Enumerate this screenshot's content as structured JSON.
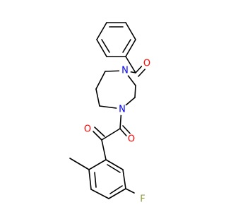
{
  "colors": {
    "bond": "#000000",
    "oxygen": "#ff0000",
    "nitrogen": "#0000ff",
    "fluorine": "#8fa040"
  },
  "atoms": {
    "o_top": "O",
    "n_top": "N",
    "n_bottom": "N",
    "o_keto": "O",
    "o_amide": "O",
    "fluorine": "F"
  }
}
